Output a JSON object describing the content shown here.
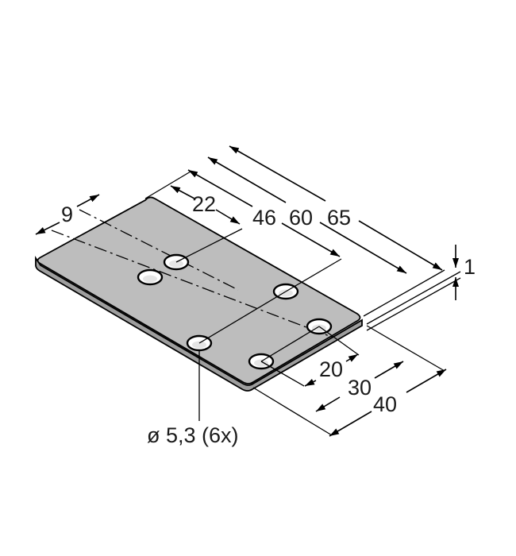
{
  "drawing": {
    "part": "mounting plate",
    "plate_fill": "#bdbdbd",
    "outline_color": "#000000",
    "dimensions": {
      "d9": "9",
      "d22": "22",
      "d46": "46",
      "d60": "60",
      "d65": "65",
      "thickness": "1",
      "d20": "20",
      "d30": "30",
      "d40": "40"
    },
    "hole_note": "ø 5,3 (6x)"
  }
}
